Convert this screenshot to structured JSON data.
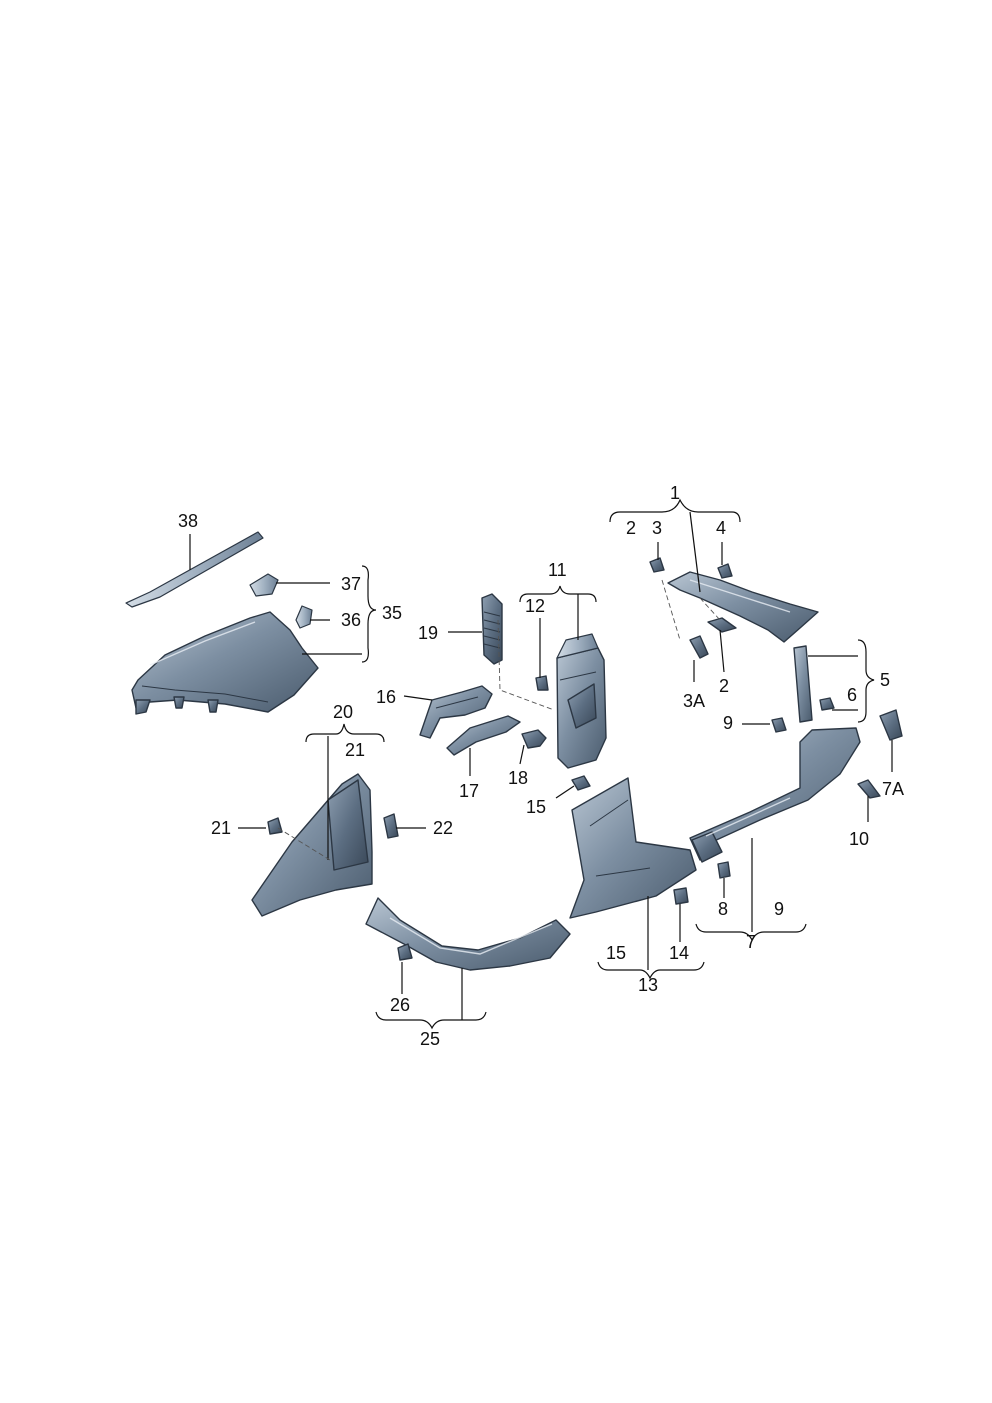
{
  "diagram": {
    "callouts": {
      "c1": "1",
      "c2a": "2",
      "c3": "3",
      "c4": "4",
      "c2b": "2",
      "c3a": "3A",
      "c5": "5",
      "c6": "6",
      "c7a": "7A",
      "c9a": "9",
      "c10": "10",
      "c11": "11",
      "c12": "12",
      "c19": "19",
      "c16": "16",
      "c17": "17",
      "c18": "18",
      "c15a": "15",
      "c38": "38",
      "c37": "37",
      "c36": "36",
      "c35": "35",
      "c20": "20",
      "c21a": "21",
      "c21b": "21",
      "c22": "22",
      "c13": "13",
      "c15b": "15",
      "c14": "14",
      "c7": "7",
      "c8": "8",
      "c9b": "9",
      "c25": "25",
      "c26": "26"
    }
  }
}
